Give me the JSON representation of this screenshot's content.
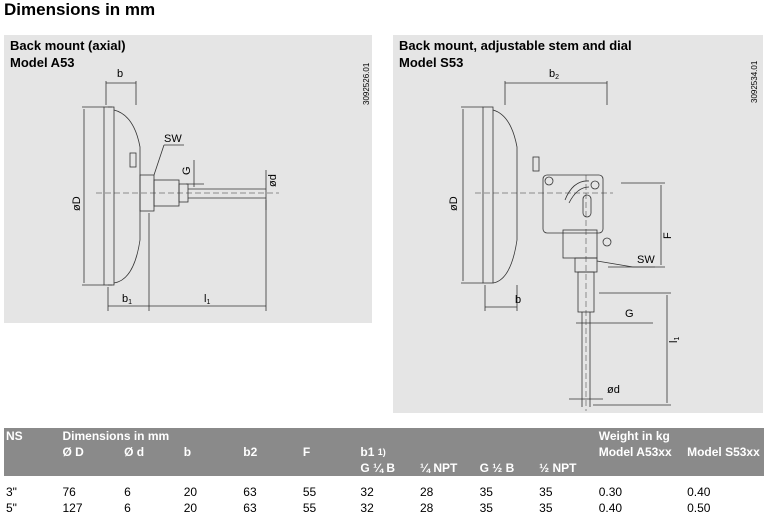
{
  "heading": "Dimensions in mm",
  "left_panel": {
    "title_line1": "Back mount (axial)",
    "title_line2": "Model A53",
    "code": "3092526.01",
    "labels": {
      "b": "b",
      "sw": "SW",
      "g": "G",
      "od": "ød",
      "oD": "øD",
      "b1": "b",
      "b1_sub": "1",
      "l1": "l",
      "l1_sub": "1"
    }
  },
  "right_panel": {
    "title_line1": "Back mount, adjustable stem and dial",
    "title_line2": "Model S53",
    "code": "3092534.01",
    "labels": {
      "b2": "b",
      "b2_sub": "2",
      "oD": "øD",
      "f": "F",
      "sw": "SW",
      "b": "b",
      "g": "G",
      "l1": "l",
      "l1_sub": "1",
      "od": "ød"
    }
  },
  "table": {
    "header1": {
      "ns": "NS",
      "dims": "Dimensions in mm",
      "weight": "Weight in kg"
    },
    "header2": {
      "oD": "Ø D",
      "od": "Ø d",
      "b": "b",
      "b2": "b2",
      "f": "F",
      "b1": "b1",
      "b1_note": "1)",
      "a53": "Model A53xx",
      "s53": "Model S53xx"
    },
    "header3": {
      "g14b": "G ¼ B",
      "npt14": "¼ NPT",
      "g12b": "G ½ B",
      "npt12": "½ NPT"
    },
    "rows": [
      {
        "ns": "3\"",
        "oD": "76",
        "od": "6",
        "b": "20",
        "b2": "63",
        "f": "55",
        "g14b": "32",
        "npt14": "28",
        "g12b": "35",
        "npt12": "35",
        "a53": "0.30",
        "s53": "0.40"
      },
      {
        "ns": "5\"",
        "oD": "127",
        "od": "6",
        "b": "20",
        "b2": "63",
        "f": "55",
        "g14b": "32",
        "npt14": "28",
        "g12b": "35",
        "npt12": "35",
        "a53": "0.40",
        "s53": "0.50"
      }
    ]
  }
}
